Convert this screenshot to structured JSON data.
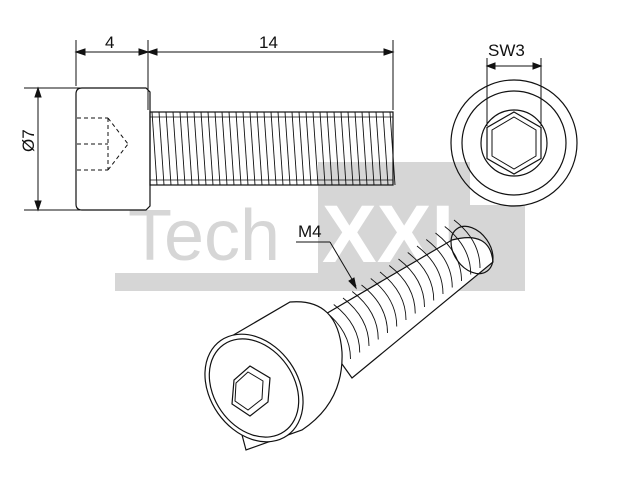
{
  "watermark": {
    "text_left": "Tech",
    "text_right": "XXL"
  },
  "dimensions": {
    "head_length": "4",
    "thread_length": "14",
    "head_diameter": "Ø7",
    "socket_size": "SW3",
    "thread_spec": "M4"
  },
  "colors": {
    "line": "#111111",
    "watermark": "#d6d6d6",
    "background": "#ffffff"
  }
}
